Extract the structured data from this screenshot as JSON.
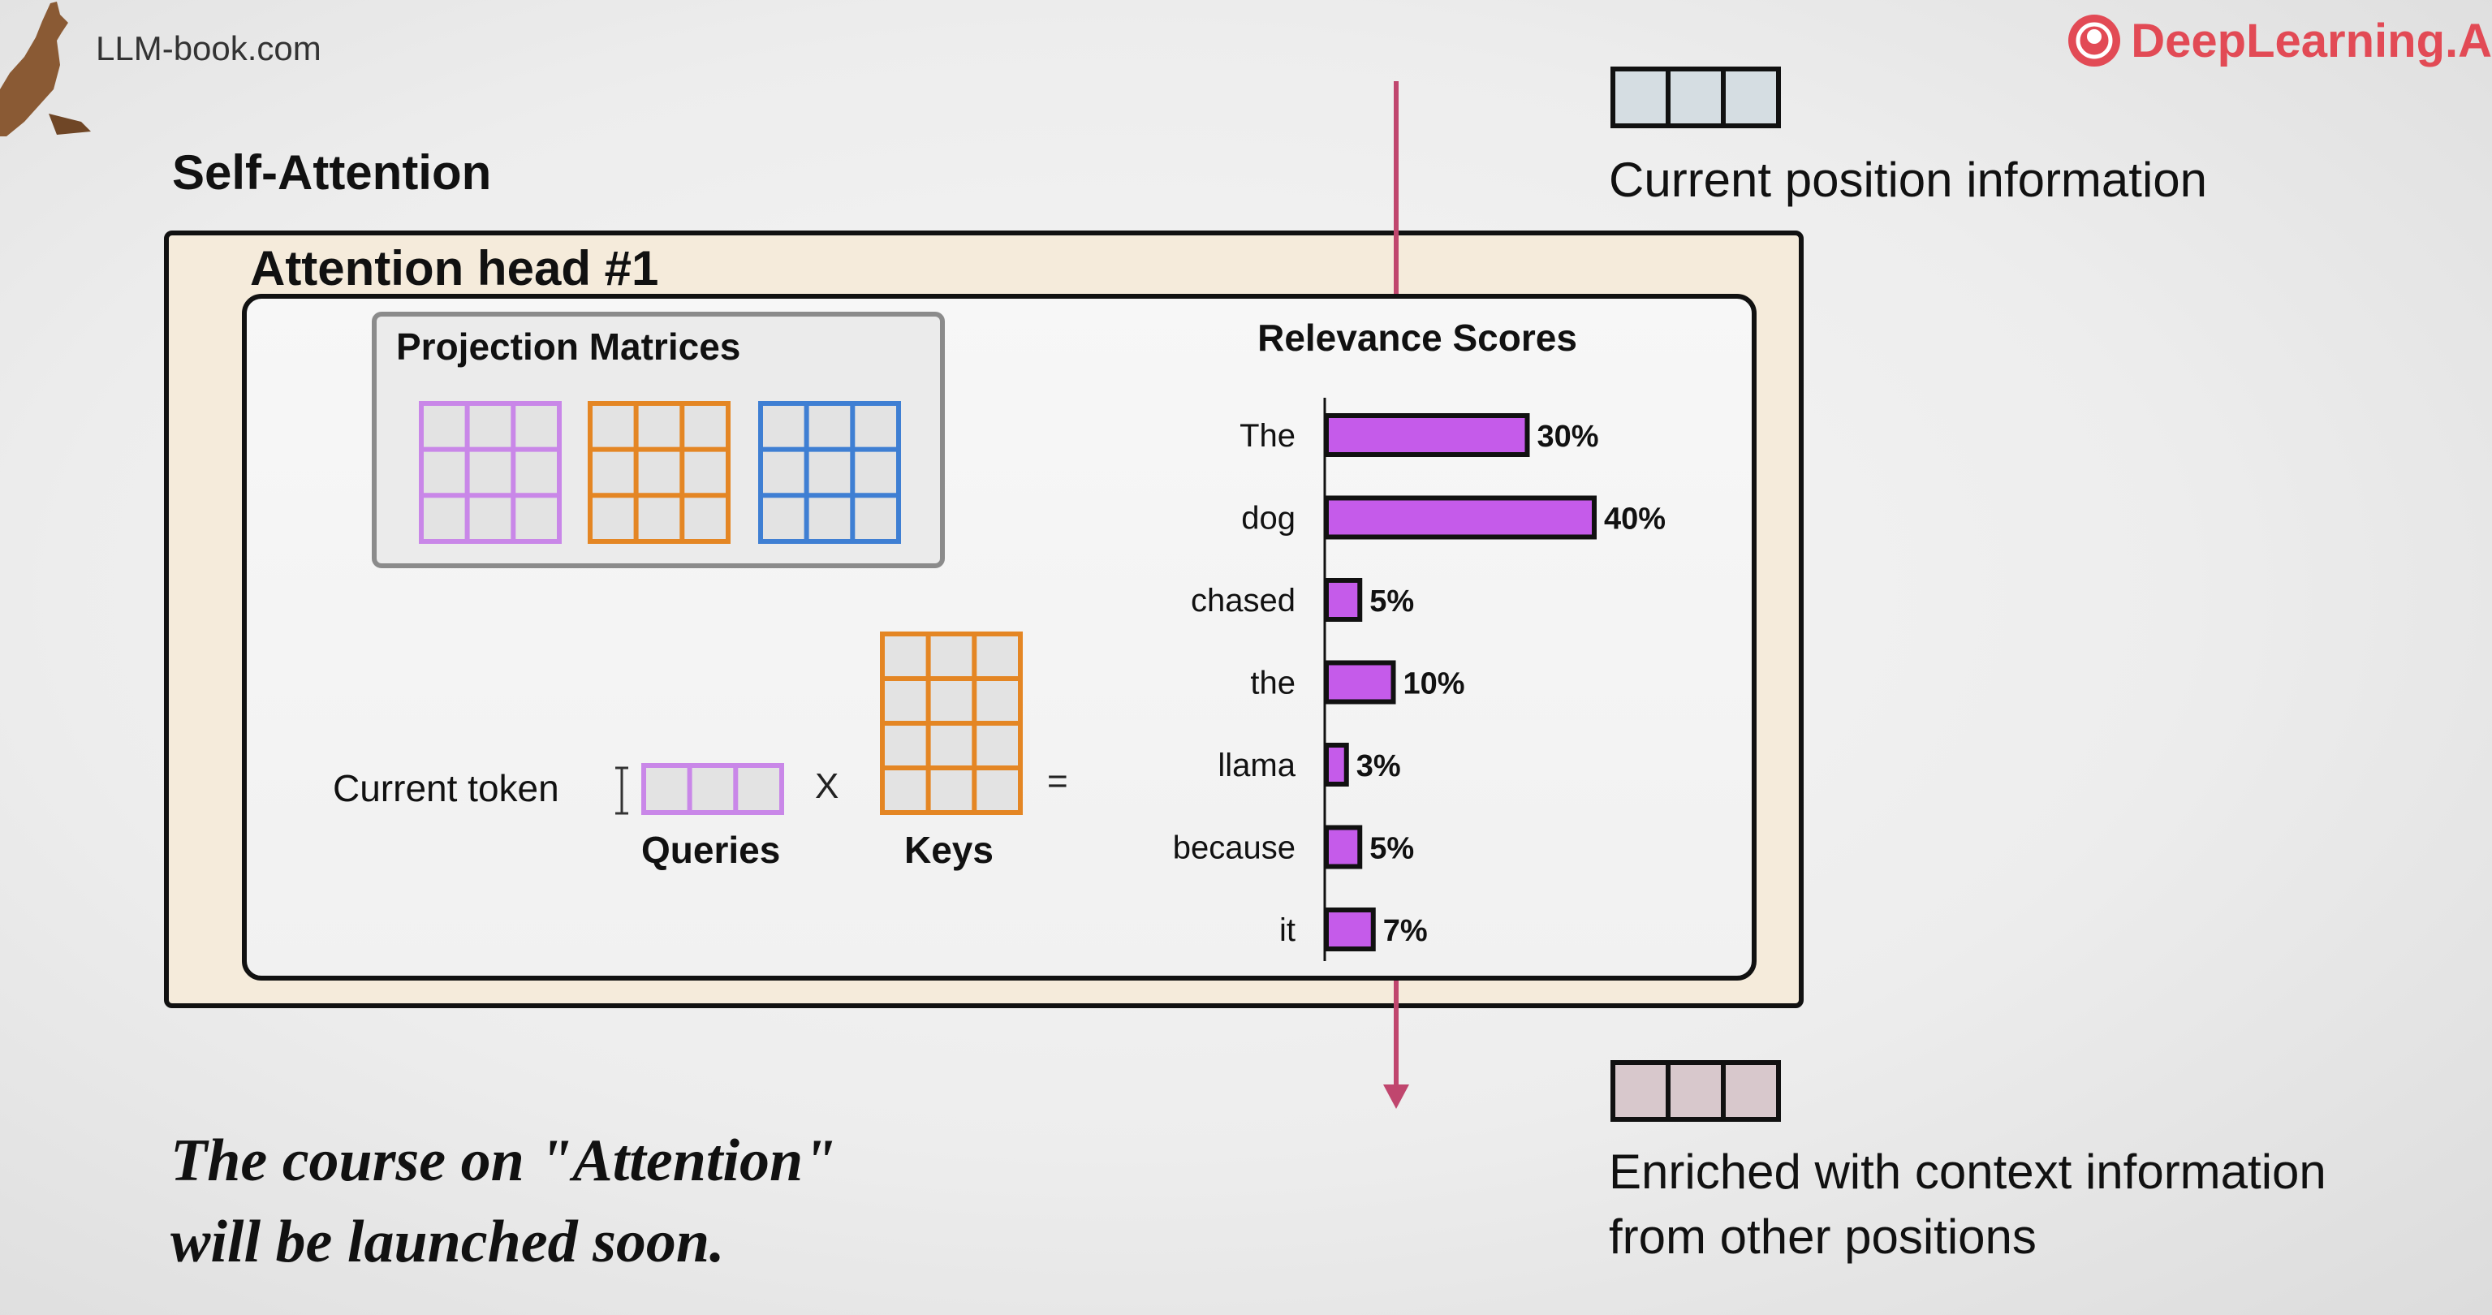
{
  "brand": {
    "site": "LLM-book.com",
    "logo_text": "DeepLearning.A"
  },
  "slide": {
    "title": "Self-Attention"
  },
  "head": {
    "title": "Attention head #1"
  },
  "projection": {
    "title": "Projection Matrices",
    "colors": [
      "#c987e8",
      "#e48624",
      "#3f7fd3"
    ]
  },
  "equation": {
    "token_label": "Current token",
    "queries_label": "Queries",
    "keys_label": "Keys",
    "times": "X",
    "equals": "="
  },
  "chart_data": {
    "type": "bar",
    "orientation": "horizontal",
    "title": "Relevance Scores",
    "categories": [
      "The",
      "dog",
      "chased",
      "the",
      "llama",
      "because",
      "it"
    ],
    "values": [
      30,
      40,
      5,
      10,
      3,
      5,
      7
    ],
    "value_labels": [
      "30%",
      "40%",
      "5%",
      "10%",
      "3%",
      "5%",
      "7%"
    ],
    "bar_color": "#c55bea",
    "xlim": [
      0,
      40
    ]
  },
  "vectors": {
    "top_label": "Current position information",
    "bottom_label_line1": "Enriched with context information",
    "bottom_label_line2": "from other positions",
    "top_color": "#d5dde2",
    "bottom_color": "#d8c8cc",
    "arrow_color": "#c0466e"
  },
  "caption": {
    "line1": "The course on \"Attention\"",
    "line2": "will be launched soon."
  }
}
